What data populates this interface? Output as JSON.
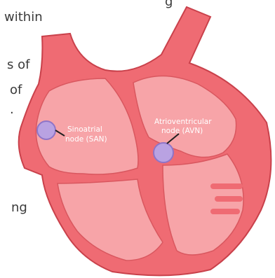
{
  "background_text": {
    "line1": "within",
    "line2": "s of",
    "line3": "of",
    "line4": ".",
    "line5": "ng",
    "top_fragment": "g"
  },
  "labels": {
    "san_line1": "Sinoatrial",
    "san_line2": "node (SAN)",
    "avn_line1": "Atrioventricular",
    "avn_line2": "node (AVN)"
  },
  "colors": {
    "outer_wall": "#ef6b73",
    "chamber": "#f7a4a8",
    "outline": "#c9414b",
    "node_fill": "#b9a2e2",
    "node_stroke": "#8f74c7"
  }
}
